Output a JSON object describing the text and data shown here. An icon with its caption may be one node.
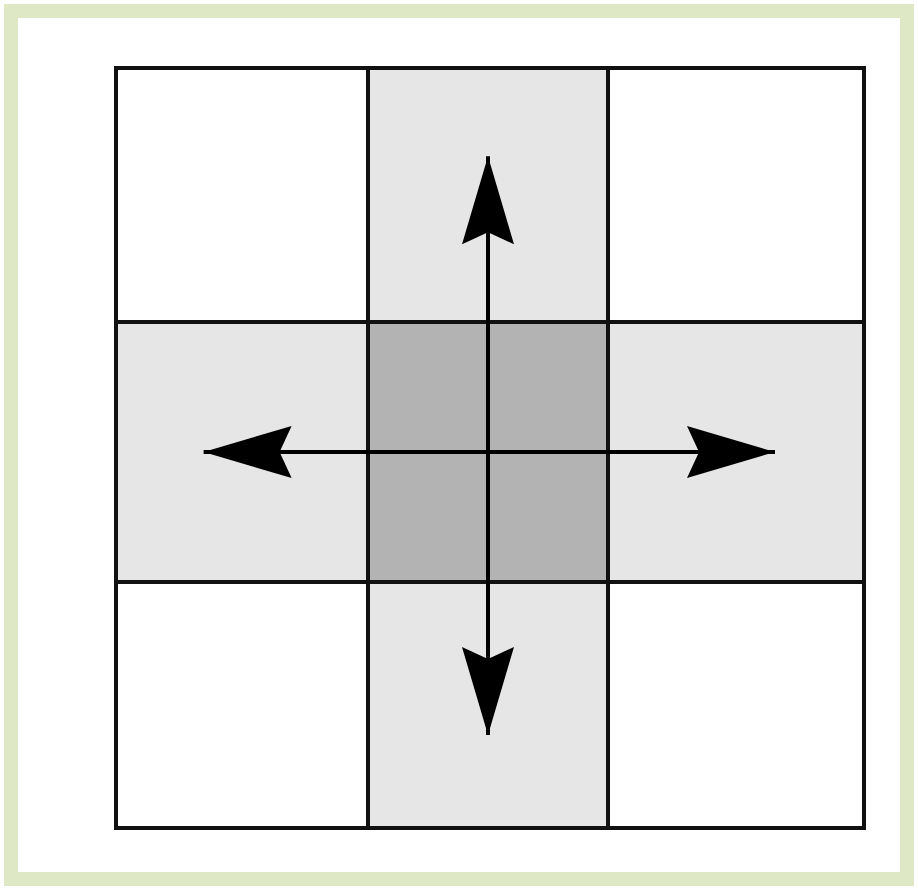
{
  "diagram": {
    "nodes": [
      {
        "text": [],
        "shape": "box"
      },
      {
        "text": [],
        "shape": "box"
      },
      {
        "text": [],
        "shape": "box"
      },
      {
        "text": [],
        "shape": "box"
      },
      {
        "text": [],
        "shape": "box"
      },
      {
        "text": [],
        "shape": "box"
      },
      {
        "text": [],
        "shape": "box"
      },
      {
        "text": [],
        "shape": "box"
      },
      {
        "text": [],
        "shape": "box"
      }
    ],
    "edges": [
      {
        "from": 4,
        "to": 1,
        "arrow": "to"
      },
      {
        "from": 4,
        "to": 3,
        "arrow": "to"
      },
      {
        "from": 4,
        "to": 5,
        "arrow": "to"
      },
      {
        "from": 4,
        "to": 7,
        "arrow": "to"
      }
    ]
  }
}
